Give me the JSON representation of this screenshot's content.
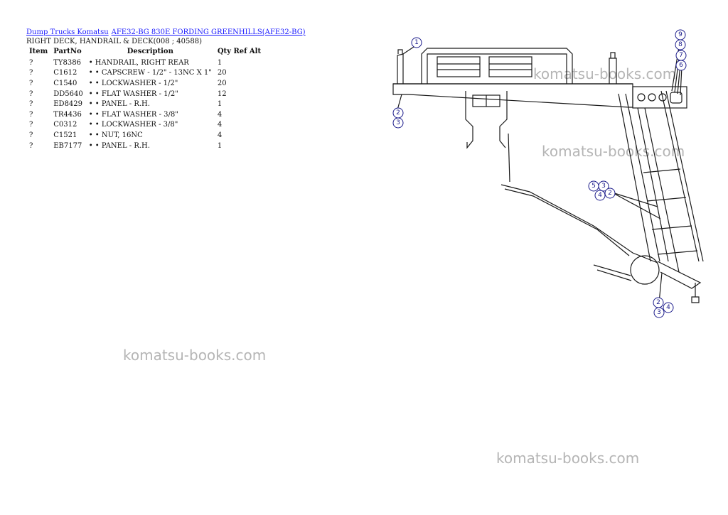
{
  "breadcrumb": {
    "link1": "Dump Trucks Komatsu",
    "link2": "AFE32-BG 830E FORDING GREENHILLS(AFE32-BG)"
  },
  "subtitle": "RIGHT DECK, HANDRAIL & DECK(008 ; 40588)",
  "table": {
    "headers": {
      "item": "Item",
      "partno": "PartNo",
      "desc": "Description",
      "qty": "Qty Ref Alt"
    },
    "rows": [
      {
        "item": "?",
        "partno": "TY8386",
        "desc": "• HANDRAIL, RIGHT REAR",
        "qty": "1"
      },
      {
        "item": "?",
        "partno": "C1612",
        "desc": "• • CAPSCREW - 1/2\" - 13NC X 1\"",
        "qty": "20"
      },
      {
        "item": "?",
        "partno": "C1540",
        "desc": "• • LOCKWASHER - 1/2\"",
        "qty": "20"
      },
      {
        "item": "?",
        "partno": "DD5640",
        "desc": "• • FLAT WASHER - 1/2\"",
        "qty": "12"
      },
      {
        "item": "?",
        "partno": "ED8429",
        "desc": "• • PANEL - R.H.",
        "qty": "1"
      },
      {
        "item": "?",
        "partno": "TR4436",
        "desc": "• • FLAT WASHER - 3/8\"",
        "qty": "4"
      },
      {
        "item": "?",
        "partno": "C0312",
        "desc": "• • LOCKWASHER - 3/8\"",
        "qty": "4"
      },
      {
        "item": "?",
        "partno": "C1521",
        "desc": "• • NUT, 16NC",
        "qty": "4"
      },
      {
        "item": "?",
        "partno": "EB7177",
        "desc": "• • PANEL - R.H.",
        "qty": "1"
      }
    ]
  },
  "watermark": "komatsu-books.com",
  "diagram": {
    "callouts": [
      "1",
      "2",
      "3",
      "9",
      "8",
      "7",
      "6",
      "5",
      "3",
      "4",
      "2",
      "2",
      "4",
      "3"
    ]
  }
}
